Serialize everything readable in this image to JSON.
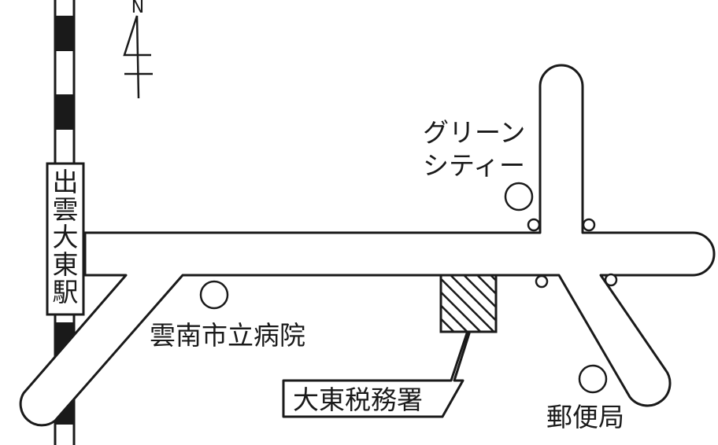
{
  "map": {
    "compass": {
      "letter": "N",
      "icon": "north-arrow-icon"
    },
    "railway": {
      "icon": "railway-track-icon"
    },
    "station": {
      "label": "出雲大東駅"
    },
    "landmarks": [
      {
        "key": "green_city",
        "lines": [
          "グリーン",
          "シティー"
        ],
        "icon": "circle-marker-icon"
      },
      {
        "key": "hospital",
        "lines": [
          "雲南市立病院"
        ],
        "icon": "circle-marker-icon"
      },
      {
        "key": "post_office",
        "lines": [
          "郵便局"
        ],
        "icon": "circle-marker-icon"
      }
    ],
    "target": {
      "label": "大東税務署",
      "icon": "hatched-building-icon"
    },
    "colors": {
      "ink": "#1a1a1a",
      "paper": "#ffffff"
    }
  }
}
